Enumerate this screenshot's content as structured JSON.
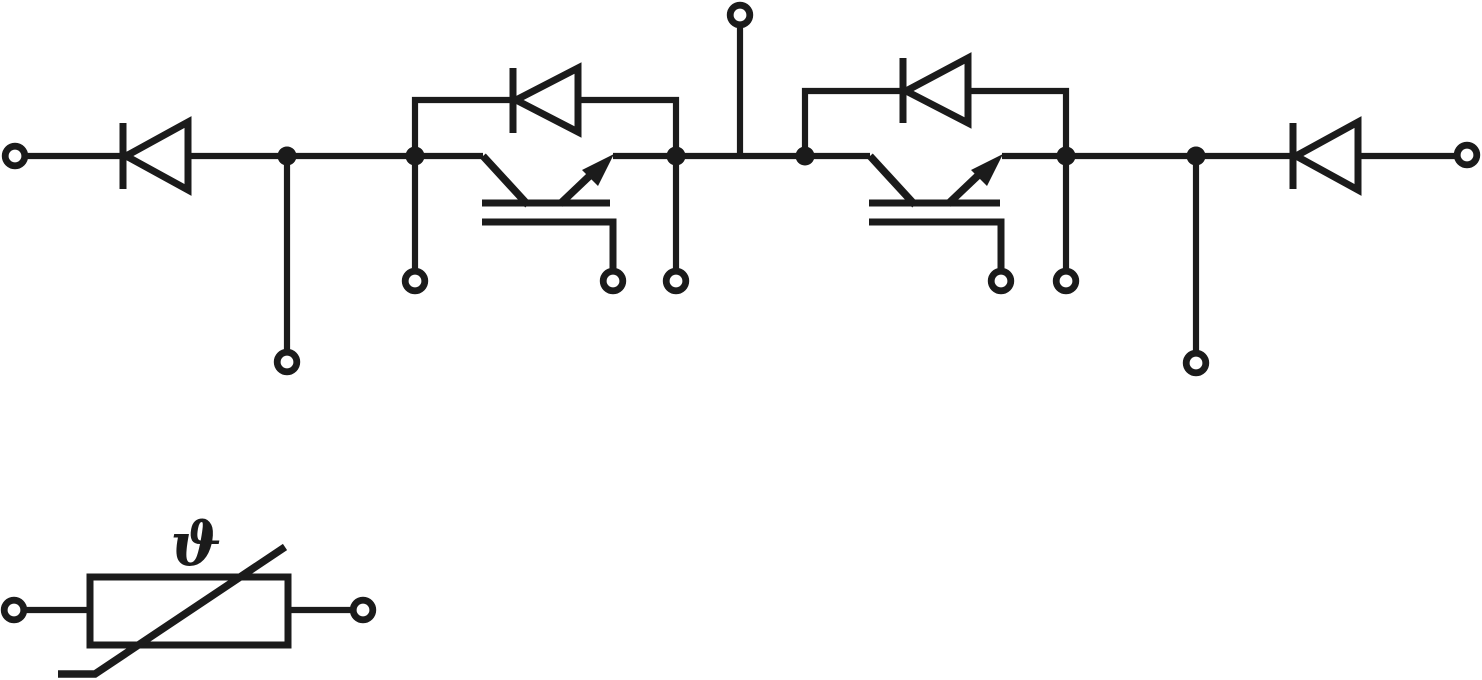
{
  "diagram": {
    "type": "circuit-schematic",
    "background_color": "#ffffff",
    "line_color": "#1b1b1b",
    "thermistor": {
      "label": "ϑ"
    },
    "components": [
      {
        "name": "series-diode-left"
      },
      {
        "name": "igbt-1"
      },
      {
        "name": "freewheeling-diode-1"
      },
      {
        "name": "igbt-2"
      },
      {
        "name": "freewheeling-diode-2"
      },
      {
        "name": "series-diode-right"
      },
      {
        "name": "thermistor"
      }
    ],
    "terminals": [
      {
        "name": "main-terminal-left"
      },
      {
        "name": "aux-terminal-left"
      },
      {
        "name": "igbt1-aux-collector-terminal"
      },
      {
        "name": "igbt1-gate-terminal"
      },
      {
        "name": "igbt1-aux-emitter-terminal"
      },
      {
        "name": "main-terminal-top"
      },
      {
        "name": "igbt2-gate-terminal"
      },
      {
        "name": "igbt2-aux-emitter-terminal"
      },
      {
        "name": "aux-terminal-right"
      },
      {
        "name": "main-terminal-right"
      },
      {
        "name": "thermistor-terminal-left"
      },
      {
        "name": "thermistor-terminal-right"
      }
    ]
  }
}
